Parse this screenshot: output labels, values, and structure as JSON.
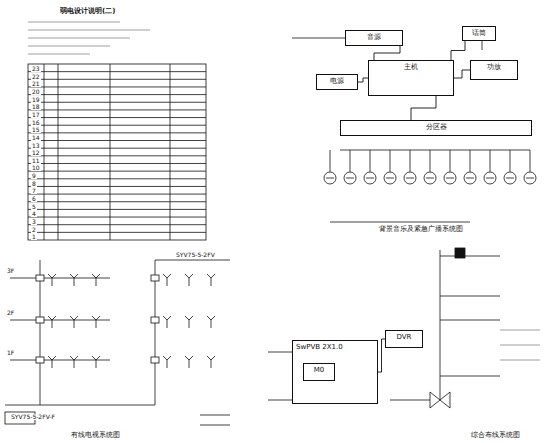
{
  "diagram": {
    "title": "弱电设计说明(二)",
    "nodes": [
      {
        "text": [
          "音源"
        ]
      },
      {
        "text": [
          "话筒"
        ]
      },
      {
        "text": [
          "主机"
        ]
      },
      {
        "text": [
          "功放"
        ]
      },
      {
        "text": [
          "电源"
        ]
      },
      {
        "text": [
          "分区器"
        ]
      },
      {
        "text": [
          "SwPVB 2X1.0"
        ]
      },
      {
        "text": [
          "M0"
        ],
        "in": 6
      },
      {
        "text": [
          "DVR"
        ]
      }
    ],
    "edges": [
      {
        "from": 0,
        "to": 2,
        "arrow": "none"
      },
      {
        "from": 1,
        "to": 2,
        "arrow": "none"
      },
      {
        "from": 4,
        "to": 2,
        "arrow": "none"
      },
      {
        "from": 2,
        "to": 3,
        "arrow": "none"
      },
      {
        "from": 2,
        "to": 5,
        "arrow": "none"
      },
      {
        "from": 6,
        "to": 8,
        "arrow": "none"
      }
    ],
    "labels": [
      "23",
      "22",
      "21",
      "20",
      "19",
      "18",
      "17",
      "16",
      "15",
      "14",
      "13",
      "12",
      "11",
      "10",
      "9",
      "8",
      "7",
      "6",
      "5",
      "4",
      "3",
      "2",
      "1",
      "背景音乐及紧急广播系统图",
      "有线电视系统图",
      "综合布线系统图",
      "3F",
      "2F",
      "1F",
      "SYV75-5-2FV-F",
      "SYV75-5-2FV"
    ]
  }
}
